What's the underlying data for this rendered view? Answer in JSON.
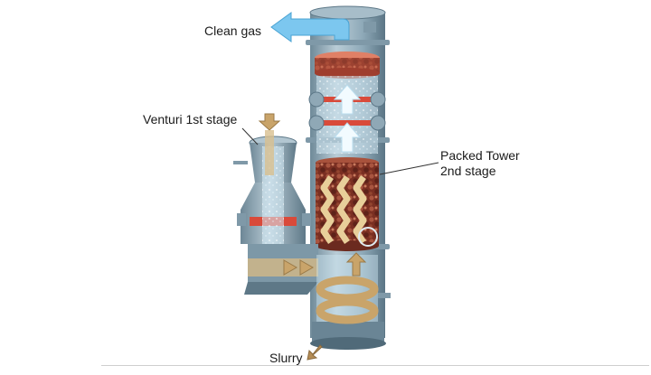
{
  "labels": {
    "clean_gas": "Clean gas",
    "venturi": "Venturi 1st stage",
    "packed_tower_line1": "Packed Tower",
    "packed_tower_line2": "2nd stage",
    "slurry": "Slurry"
  },
  "colors": {
    "shell": "#8ea9b8",
    "shell_dark": "#5f7d8d",
    "flow_arrow": "#7cc7ef",
    "dirty_flow": "#c9a46a",
    "packing": "#8a3b2a",
    "mist": "#d8eef8",
    "header_red": "#d94a3a"
  }
}
